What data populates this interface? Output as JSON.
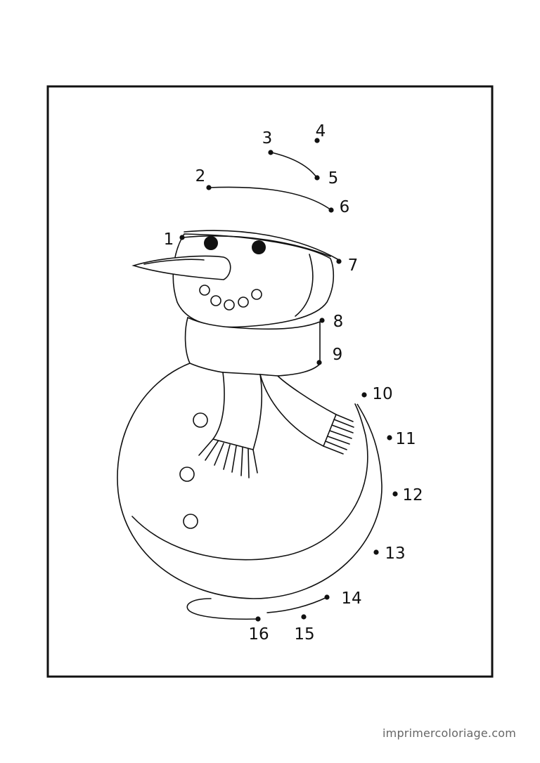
{
  "worksheet": {
    "ink_color": "#111111",
    "dots": [
      {
        "label": "1"
      },
      {
        "label": "2"
      },
      {
        "label": "3"
      },
      {
        "label": "4"
      },
      {
        "label": "5"
      },
      {
        "label": "6"
      },
      {
        "label": "7"
      },
      {
        "label": "8"
      },
      {
        "label": "9"
      },
      {
        "label": "10"
      },
      {
        "label": "11"
      },
      {
        "label": "12"
      },
      {
        "label": "13"
      },
      {
        "label": "14"
      },
      {
        "label": "15"
      },
      {
        "label": "16"
      }
    ]
  },
  "footer": {
    "site": "imprimercoloriage.com"
  }
}
